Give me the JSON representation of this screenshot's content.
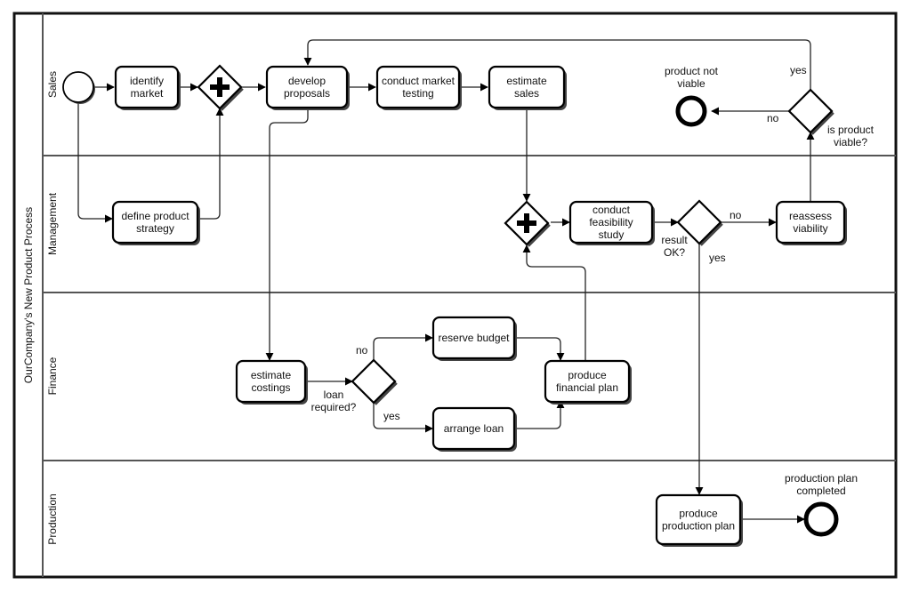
{
  "pool": {
    "title": "OurCompany's New Product Process"
  },
  "lanes": [
    {
      "id": "sales",
      "label": "Sales"
    },
    {
      "id": "management",
      "label": "Management"
    },
    {
      "id": "finance",
      "label": "Finance"
    },
    {
      "id": "production",
      "label": "Production"
    }
  ],
  "tasks": {
    "identify_market": [
      "identify",
      "market"
    ],
    "develop_proposals": [
      "develop",
      "proposals"
    ],
    "conduct_market_testing": [
      "conduct market",
      "testing"
    ],
    "estimate_sales": [
      "estimate",
      "sales"
    ],
    "define_product_strategy": [
      "define product",
      "strategy"
    ],
    "conduct_feasibility_study": [
      "conduct",
      "feasibility",
      "study"
    ],
    "reassess_viability": [
      "reassess",
      "viability"
    ],
    "estimate_costings": [
      "estimate",
      "costings"
    ],
    "reserve_budget": [
      "reserve budget"
    ],
    "arrange_loan": [
      "arrange loan"
    ],
    "produce_financial_plan": [
      "produce",
      "financial plan"
    ],
    "produce_production_plan": [
      "produce",
      "production plan"
    ]
  },
  "events": {
    "start": "",
    "product_not_viable": [
      "product not",
      "viable"
    ],
    "production_plan_completed": [
      "production plan",
      "completed"
    ]
  },
  "gateways": {
    "is_product_viable": [
      "is product",
      "viable?"
    ],
    "result_ok": [
      "result",
      "OK?"
    ],
    "loan_required": [
      "loan",
      "required?"
    ]
  },
  "flow_labels": {
    "yes": "yes",
    "no": "no"
  }
}
